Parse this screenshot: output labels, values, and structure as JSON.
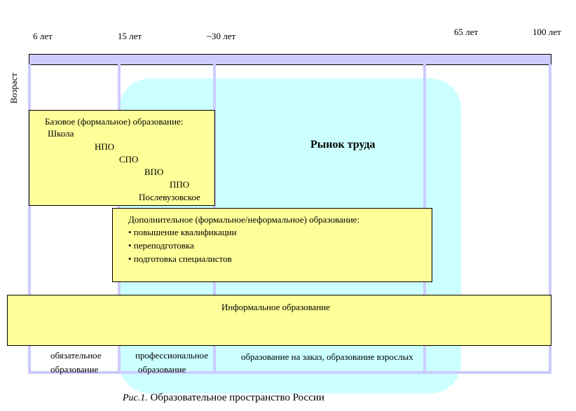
{
  "axis": {
    "title": "Возраст",
    "ages": [
      "6 лет",
      "15 лет",
      "~30 лет",
      "65 лет",
      "100 лет"
    ]
  },
  "market": {
    "label": "Рынок труда"
  },
  "basic": {
    "title": "Базовое (формальное) образование:",
    "levels": [
      "Школа",
      "НПО",
      "СПО",
      "ВПО",
      "ППО",
      "Послевузовское"
    ]
  },
  "additional": {
    "title": "Дополнительное (формальное/неформальное) образование:",
    "items": [
      "• повышение квалификации",
      "• переподготовка",
      "• подготовка специалистов"
    ]
  },
  "informal": {
    "title": "Информальное образование"
  },
  "bottom": {
    "col1_line1": "обязательное",
    "col1_line2": "образование",
    "col2_line1": "профессиональное",
    "col2_line2": "образование",
    "col3": "образование на заказ, образование взрослых"
  },
  "caption": {
    "prefix": "Рис.1.",
    "text": " Образовательное пространство России"
  },
  "colors": {
    "bar": "#ccccff",
    "market": "#ccffff",
    "box": "#ffff99"
  }
}
